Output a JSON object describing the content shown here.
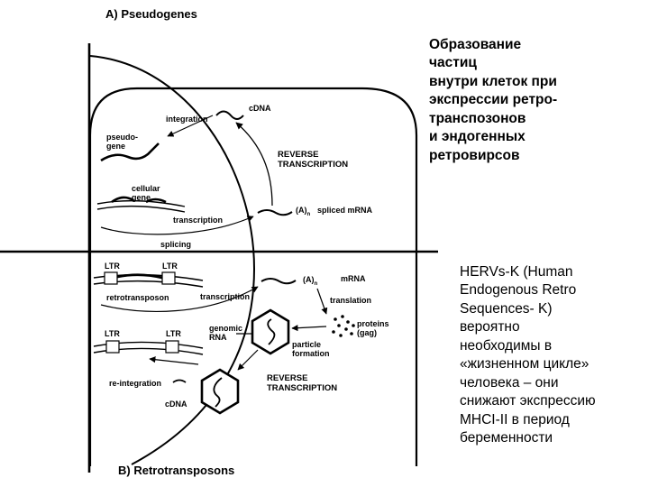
{
  "slide": {
    "title": "Образование\nчастиц\nвнутри клеток при\nэкспрессии ретро-\nтранспозонов\nи эндогенных\nретровирсов",
    "note": "HERVs-K (Human\nEndogenous Retro\nSequences- K)\nвероятно\nнеобходимы в\n«жизненном цикле»\nчеловека – они\nснижают экспрессию\nMHCI-II в период\nбеременности"
  },
  "figure": {
    "panel_a": "A) Pseudogenes",
    "panel_b": "B) Retrotransposons",
    "labels": {
      "integration": "integration",
      "cdna_top": "cDNA",
      "pseudogene_1": "pseudo-",
      "pseudogene_2": "gene",
      "reverse_top_1": "REVERSE",
      "reverse_top_2": "TRANSCRIPTION",
      "cellular_gene_1": "cellular",
      "cellular_gene_2": "gene",
      "polya_top": "(A)",
      "polya_top_sub": "n",
      "spliced_mrna": "spliced mRNA",
      "transcription_top": "transcription",
      "splicing": "splicing",
      "ltr_1": "LTR",
      "ltr_2": "LTR",
      "polya_bottom": "(A)",
      "polya_bottom_sub": "n",
      "mrna": "mRNA",
      "retrotransposon": "retrotransposon",
      "transcription_bottom": "transcription",
      "translation": "translation",
      "genomic_rna_1": "genomic",
      "genomic_rna_2": "RNA",
      "proteins_1": "proteins",
      "proteins_2": "(gag)",
      "ltr_3": "LTR",
      "ltr_4": "LTR",
      "particle_formation_1": "particle",
      "particle_formation_2": "formation",
      "reverse_bottom_1": "REVERSE",
      "reverse_bottom_2": "TRANSCRIPTION",
      "reintegration": "re-integration",
      "cdna_bottom": "cDNA"
    }
  }
}
